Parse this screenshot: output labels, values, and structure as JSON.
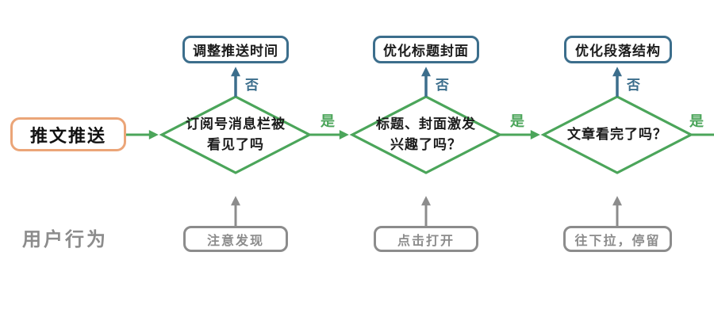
{
  "palette": {
    "green": "#4BA55A",
    "blue": "#3C6E8C",
    "orange": "#EBA578",
    "gray": "#8C8C8C",
    "text": "#1c1c1c",
    "background": "#ffffff"
  },
  "start": {
    "label": "推文推送"
  },
  "user_behavior_label": "用户行为",
  "columns": [
    {
      "fix_action": "调整推送时间",
      "no_label": "否",
      "decision_line1": "订阅号消息栏被",
      "decision_line2": "看见了吗",
      "yes_label": "是",
      "user_action": "注意发现"
    },
    {
      "fix_action": "优化标题封面",
      "no_label": "否",
      "decision_line1": "标题、封面激发",
      "decision_line2": "兴趣了吗？",
      "yes_label": "是",
      "user_action": "点击打开"
    },
    {
      "fix_action": "优化段落结构",
      "no_label": "否",
      "decision_line1": "文章看完了吗？",
      "decision_line2": "",
      "yes_label": "是",
      "user_action": "往下拉，停留"
    }
  ]
}
